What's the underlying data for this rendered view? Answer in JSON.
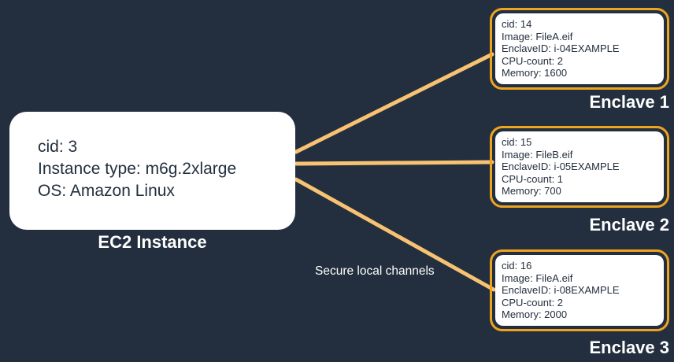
{
  "colors": {
    "background": "#232F3E",
    "channel_line": "#F7C272",
    "enclave_border": "#EFA41F",
    "box_fill": "#FFFFFF",
    "box_text": "#232F3E",
    "label_text": "#FFFFFF"
  },
  "ec2": {
    "label": "EC2 Instance",
    "lines": [
      "cid: 3",
      "Instance type: m6g.2xlarge",
      "OS: Amazon Linux"
    ]
  },
  "enclaves": [
    {
      "label": "Enclave 1",
      "lines": [
        "cid: 14",
        "Image: FileA.eif",
        "EnclaveID: i-04EXAMPLE",
        "CPU-count: 2",
        "Memory: 1600"
      ]
    },
    {
      "label": "Enclave 2",
      "lines": [
        "cid: 15",
        "Image: FileB.eif",
        "EnclaveID: i-05EXAMPLE",
        "CPU-count: 1",
        "Memory: 700"
      ]
    },
    {
      "label": "Enclave 3",
      "lines": [
        "cid: 16",
        "Image: FileA.eif",
        "EnclaveID: i-08EXAMPLE",
        "CPU-count: 2",
        "Memory: 2000"
      ]
    }
  ],
  "annotation": "Secure local channels"
}
